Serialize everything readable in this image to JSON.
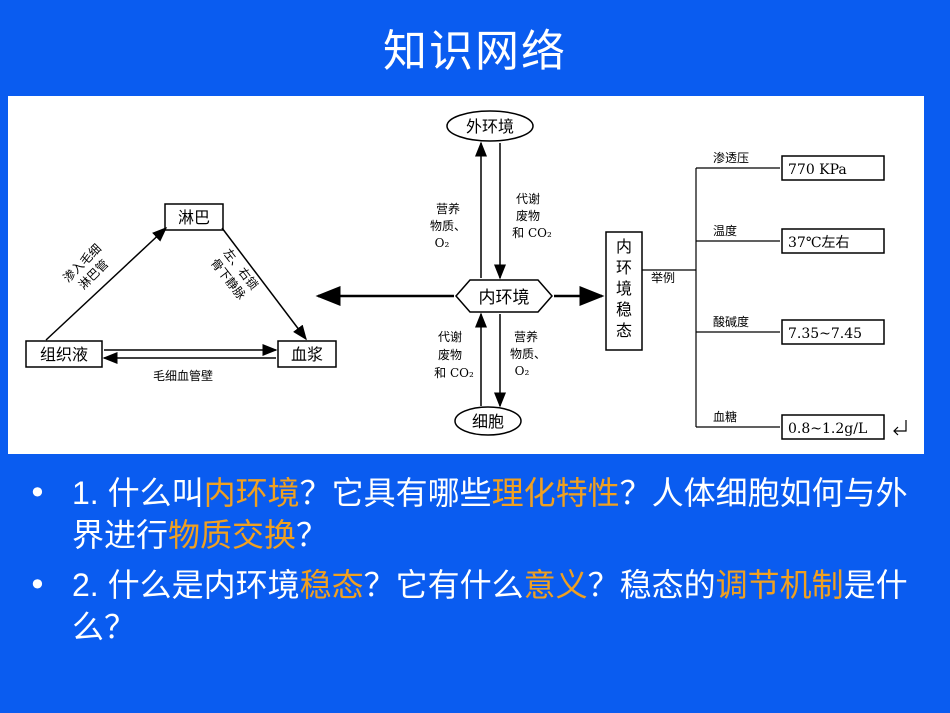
{
  "title": "知识网络",
  "diagram": {
    "lymph": "淋巴",
    "tissue_fluid": "组织液",
    "plasma": "血浆",
    "to_lymph_vessel": [
      "渗入毛细",
      "淋巴管"
    ],
    "to_plasma": [
      "左、右锁",
      "骨下静脉"
    ],
    "capillary_wall": "毛细血管壁",
    "external_env": "外环境",
    "internal_env": "内环境",
    "cell": "细胞",
    "nutrients_up": [
      "营养",
      "物质、",
      "O₂"
    ],
    "waste_up": [
      "代谢",
      "废物",
      "和 CO₂"
    ],
    "waste_down": [
      "代谢",
      "废物",
      "和 CO₂"
    ],
    "nutrients_down": [
      "营养",
      "物质、",
      "O₂"
    ],
    "homeostasis": [
      "内",
      "环",
      "境",
      "稳",
      "态"
    ],
    "examples": "举例",
    "osmotic_label": "渗透压",
    "osmotic_value": "770 KPa",
    "temp_label": "温度",
    "temp_value": "37℃左右",
    "ph_label": "酸碱度",
    "ph_value": "7.35~7.45",
    "sugar_label": "血糖",
    "sugar_value": "0.8~1.2g/L"
  },
  "bullets": {
    "b1": {
      "dot": "•",
      "p1": "1. ",
      "p2": "什么叫",
      "h1": "内环境",
      "p3": "？它具有哪些",
      "h2": "理化特性",
      "p4": "？人体细胞如何与外界进行",
      "h3": "物质交换",
      "p5": "？"
    },
    "b2": {
      "dot": "•",
      "p1": "2. ",
      "p2": "什么是内环境",
      "h1": "稳态",
      "p3": "？它有什么",
      "h2": "意义",
      "p4": "？稳态的",
      "h3": "调节机制",
      "p5": "是什么？"
    }
  },
  "colors": {
    "background": "#0a5cf0",
    "highlight": "#f0a020",
    "text": "#ffffff"
  }
}
